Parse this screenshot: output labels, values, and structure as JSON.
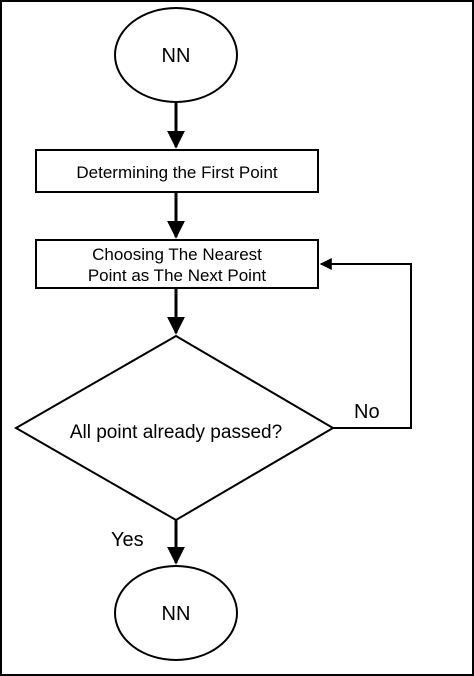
{
  "flowchart": {
    "start_node": {
      "label": "NN"
    },
    "step_first_point": {
      "label": "Determining the First Point"
    },
    "step_nearest": {
      "line1": "Choosing The Nearest",
      "line2": "Point as The Next Point"
    },
    "decision": {
      "label": "All point already passed?"
    },
    "branch_no": {
      "label": "No"
    },
    "branch_yes": {
      "label": "Yes"
    },
    "end_node": {
      "label": "NN"
    }
  },
  "colors": {
    "stroke": "#000000",
    "fill": "#ffffff",
    "text": "#000000"
  }
}
